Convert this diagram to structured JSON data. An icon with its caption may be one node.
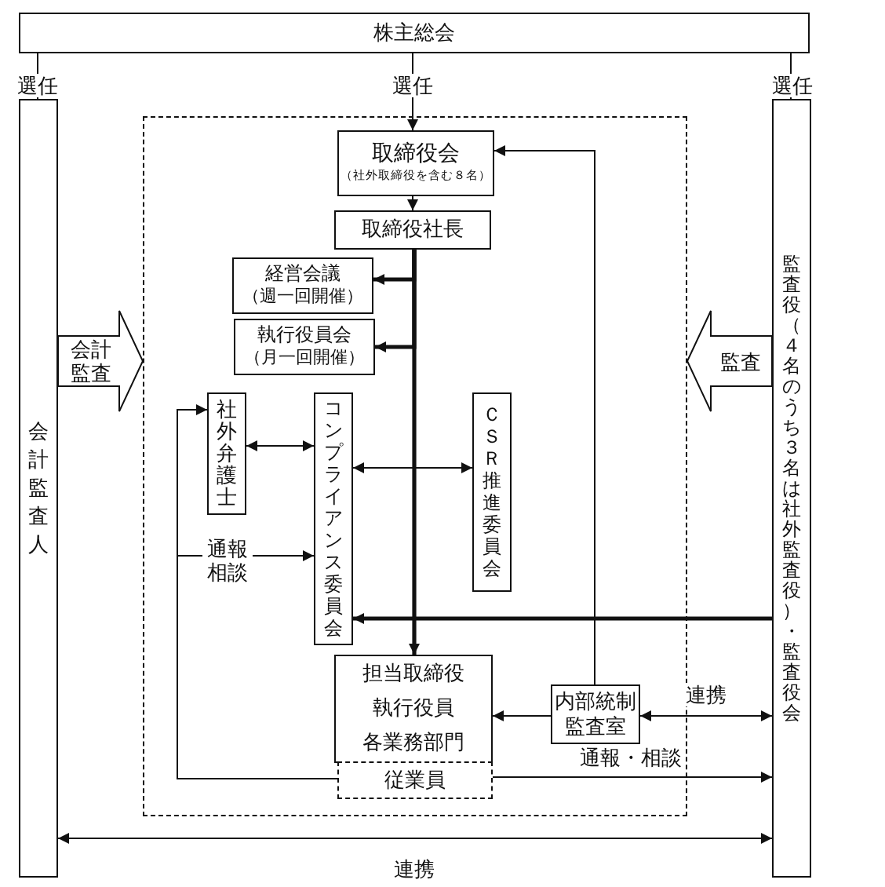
{
  "diagram": {
    "nodes": [
      {
        "text": [
          "株主総会"
        ]
      },
      {
        "text": [
          "会計監査人"
        ]
      },
      {
        "text": [
          "監査役（４名のうち３名は社外監査役）・監査役会"
        ]
      },
      {
        "text": [],
        "shape": "box"
      },
      {
        "text": [
          "取締役会",
          "（社外取締役を含む８名）"
        ],
        "in": 3
      },
      {
        "text": [
          "取締役社長"
        ],
        "in": 3
      },
      {
        "text": [
          "経営会議",
          "（週一回開催）"
        ],
        "in": 3
      },
      {
        "text": [
          "執行役員会",
          "（月一回開催）"
        ],
        "in": 3
      },
      {
        "text": [
          "社外弁護士"
        ],
        "in": 3
      },
      {
        "text": [
          "コンプライアンス委員会"
        ],
        "in": 3
      },
      {
        "text": [
          "ＣＳＲ推進委員会"
        ],
        "in": 3
      },
      {
        "text": [
          "担当取締役",
          "執行役員",
          "各業務部門"
        ],
        "in": 3
      },
      {
        "text": [
          "従業員"
        ],
        "in": 3
      },
      {
        "text": [
          "内部統制監査室"
        ],
        "in": 3
      }
    ],
    "edges": [
      {
        "from": 0,
        "to": 1,
        "arrow": "to",
        "label": "選任"
      },
      {
        "from": 0,
        "to": 4,
        "arrow": "to",
        "label": "選任"
      },
      {
        "from": 0,
        "to": 2,
        "arrow": "to",
        "label": "選任"
      },
      {
        "from": 4,
        "to": 5,
        "arrow": "to"
      },
      {
        "from": 5,
        "to": 6,
        "arrow": "to",
        "style": "thick"
      },
      {
        "from": 5,
        "to": 7,
        "arrow": "to",
        "style": "thick"
      },
      {
        "from": 5,
        "to": 11,
        "arrow": "to",
        "style": "thick"
      },
      {
        "from": 8,
        "to": 9,
        "arrow": "both"
      },
      {
        "from": 9,
        "to": 10,
        "arrow": "both"
      },
      {
        "from": 2,
        "to": 9,
        "arrow": "to",
        "style": "thick"
      },
      {
        "from": 13,
        "to": 4,
        "arrow": "to"
      },
      {
        "from": 13,
        "to": 11,
        "arrow": "to"
      },
      {
        "from": 13,
        "to": 2,
        "arrow": "both",
        "label": "連携"
      },
      {
        "from": 12,
        "to": 2,
        "arrow": "to",
        "label": "通報・相談"
      },
      {
        "from": 12,
        "to": 8,
        "arrow": "to"
      },
      {
        "from": 12,
        "to": 9,
        "arrow": "to",
        "label": "通報相談"
      },
      {
        "from": 1,
        "to": 2,
        "arrow": "both",
        "label": "連携"
      },
      {
        "from": 1,
        "to": 3,
        "arrow": "to",
        "label": "会計監査"
      },
      {
        "from": 2,
        "to": 3,
        "arrow": "to",
        "label": "監査"
      }
    ]
  }
}
